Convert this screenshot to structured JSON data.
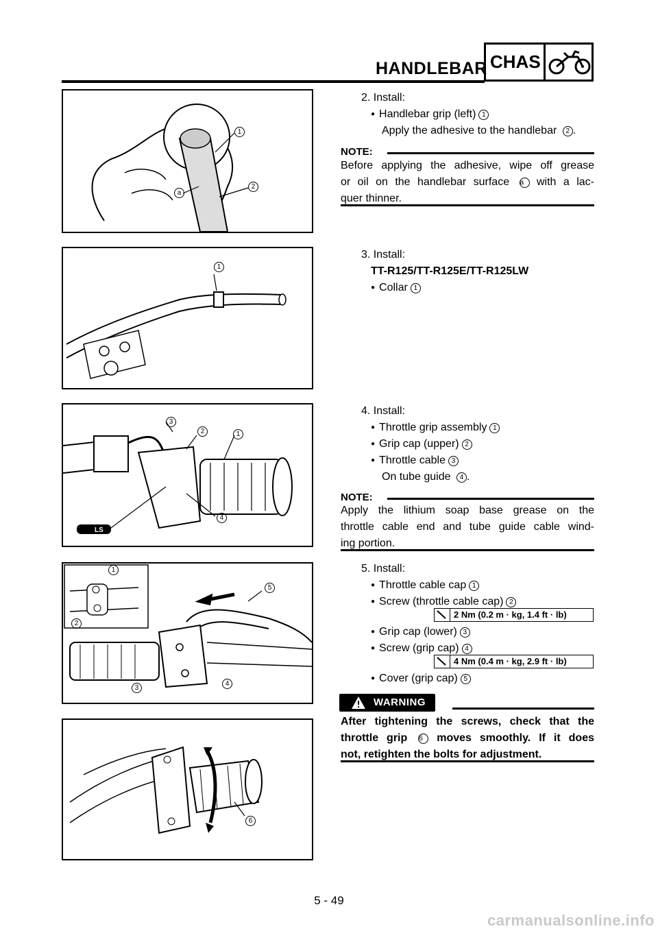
{
  "header": {
    "title": "HANDLEBAR",
    "section_code": "CHAS",
    "section_icon": "motorcycle-icon"
  },
  "step2": {
    "heading": "2. Install:",
    "item1": "Handlebar grip (left)",
    "item1_ref": "1",
    "sub": "Apply the adhesive to the handlebar",
    "sub_ref": "2",
    "note_label": "NOTE:",
    "note_line1": "Before applying the adhesive, wipe off grease",
    "note_line2a": "or oil on the handlebar surface",
    "note_ref": "a",
    "note_line2b": "with a lac-",
    "note_line3": "quer thinner."
  },
  "step3": {
    "heading": "3. Install:",
    "models": "TT-R125/TT-R125E/TT-R125LW",
    "item1": "Collar",
    "item1_ref": "1"
  },
  "step4": {
    "heading": "4. Install:",
    "items": [
      {
        "label": "Throttle grip assembly",
        "ref": "1"
      },
      {
        "label": "Grip cap (upper)",
        "ref": "2"
      },
      {
        "label": "Throttle cable",
        "ref": "3"
      }
    ],
    "sub": "On tube guide",
    "sub_ref": "4",
    "note_label": "NOTE:",
    "note_line1": "Apply the lithium soap base grease on the",
    "note_line2": "throttle cable end and tube guide cable wind-",
    "note_line3": "ing portion."
  },
  "step5": {
    "heading": "5. Install:",
    "items": [
      {
        "label": "Throttle cable cap",
        "ref": "1"
      },
      {
        "label": "Screw (throttle cable cap)",
        "ref": "2"
      },
      {
        "label": "Grip cap (lower)",
        "ref": "3"
      },
      {
        "label": "Screw (grip cap)",
        "ref": "4"
      },
      {
        "label": "Cover (grip cap)",
        "ref": "5"
      }
    ],
    "torque1": "2 Nm (0.2 m · kg, 1.4 ft · lb)",
    "torque2": "4 Nm (0.4 m · kg, 2.9 ft · lb)",
    "torque_icon": "torque-wrench-icon"
  },
  "warning": {
    "badge": "WARNING",
    "line1": "After tightening the screws, check that the",
    "line2a": "throttle grip",
    "line2_ref": "6",
    "line2b": "moves smoothly. If it does",
    "line3": "not, retighten the bolts for adjustment."
  },
  "figures": {
    "fig1_labels": [
      "1",
      "2",
      "a"
    ],
    "fig2_labels": [
      "1"
    ],
    "fig3_labels": [
      "3",
      "2",
      "1",
      "4",
      "LS"
    ],
    "fig4_labels": [
      "1",
      "2",
      "5",
      "3",
      "4"
    ],
    "fig5_labels": [
      "6"
    ]
  },
  "footer": {
    "page_number": "5 - 49",
    "watermark": "carmanualsonline.info"
  }
}
